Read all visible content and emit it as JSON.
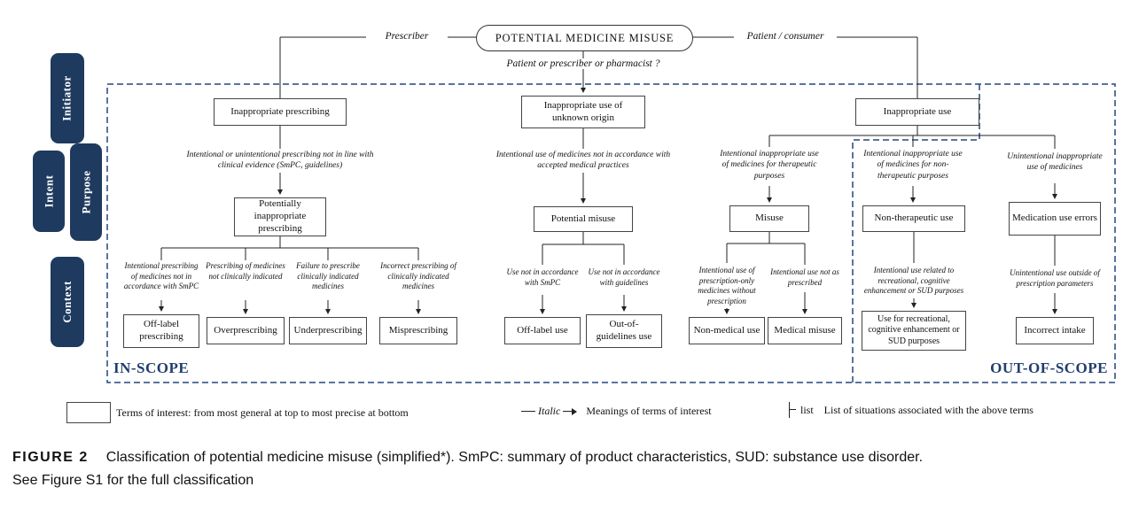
{
  "colors": {
    "navy": "#1e3a5f",
    "scope_blue": "#1f3e6e"
  },
  "diagram": {
    "root": "POTENTIAL MEDICINE MISUSE",
    "left_branch_label": "Prescriber",
    "right_branch_label": "Patient / consumer",
    "center_question": "Patient or prescriber or pharmacist ?",
    "side_labels": {
      "initiator": "Initiator",
      "intent": "Intent",
      "purpose": "Purpose",
      "context": "Context"
    },
    "in_scope_label": "IN-SCOPE",
    "out_of_scope_label": "OUT-OF-SCOPE",
    "prescriber": {
      "top_box": "Inappropriate prescribing",
      "meaning": "Intentional or unintentional prescribing not in line with clinical evidence (SmPC, guidelines)",
      "mid_box": "Potentially inappropriate prescribing",
      "branches": [
        {
          "meaning": "Intentional prescribing of medicines not in accordance with SmPC",
          "box": "Off-label prescribing"
        },
        {
          "meaning": "Prescribing of medicines not clinically indicated",
          "box": "Overprescribing"
        },
        {
          "meaning": "Failure to prescribe clinically indicated medicines",
          "box": "Underprescribing"
        },
        {
          "meaning": "Incorrect prescribing of clinically indicated medicines",
          "box": "Misprescribing"
        }
      ]
    },
    "unknown_origin": {
      "top_box": "Inappropriate use of unknown origin",
      "meaning": "Intentional use of medicines not in accordance with accepted medical practices",
      "mid_box": "Potential misuse",
      "branches": [
        {
          "meaning": "Use not in accordance with SmPC",
          "box": "Off-label use"
        },
        {
          "meaning": "Use not in accordance with guidelines",
          "box": "Out-of-guidelines use"
        }
      ]
    },
    "patient": {
      "top_box": "Inappropriate use",
      "subbranches": [
        {
          "meaning": "Intentional inappropriate use of medicines for therapeutic purposes",
          "mid_box": "Misuse",
          "branches": [
            {
              "meaning": "Intentional use of prescription-only medicines without prescription",
              "box": "Non-medical use"
            },
            {
              "meaning": "Intentional use not as prescribed",
              "box": "Medical misuse"
            }
          ]
        },
        {
          "meaning": "Intentional inappropriate use of medicines for non-therapeutic purposes",
          "mid_box": "Non-therapeutic use",
          "branches": [
            {
              "meaning": "Intentional use related to recreational, cognitive enhancement or SUD purposes",
              "box": "Use for recreational, cognitive enhancement or SUD purposes"
            }
          ]
        },
        {
          "meaning": "Unintentional inappropriate use of medicines",
          "mid_box": "Medication use errors",
          "branches": [
            {
              "meaning": "Unintentional use outside of prescription parameters",
              "box": "Incorrect intake"
            }
          ]
        }
      ]
    },
    "legend": {
      "box_item": "Terms of interest: from most general at top to most precise at bottom",
      "italic_symbol": "Italic",
      "italic_item": "Meanings of terms of interest",
      "list_symbol": "list",
      "list_item": "List of situations associated with the above terms"
    }
  },
  "caption": {
    "label": "FIGURE 2",
    "text": "Classification of potential medicine misuse (simplified*). SmPC: summary of product characteristics, SUD: substance use disorder.",
    "line2": "See Figure S1 for the full classification"
  }
}
